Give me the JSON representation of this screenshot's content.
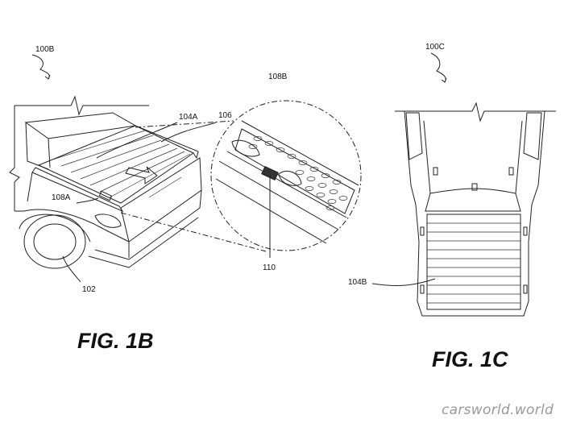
{
  "labels": {
    "ref_100b": "100B",
    "ref_104a": "104A",
    "ref_106": "106",
    "ref_108b": "108B",
    "ref_108a": "108A",
    "ref_102": "102",
    "ref_110": "110",
    "ref_100c": "100C",
    "ref_104b": "104B"
  },
  "figures": {
    "fig_1b": "FIG. 1B",
    "fig_1c": "FIG. 1C"
  },
  "watermark": "carsworld.world"
}
